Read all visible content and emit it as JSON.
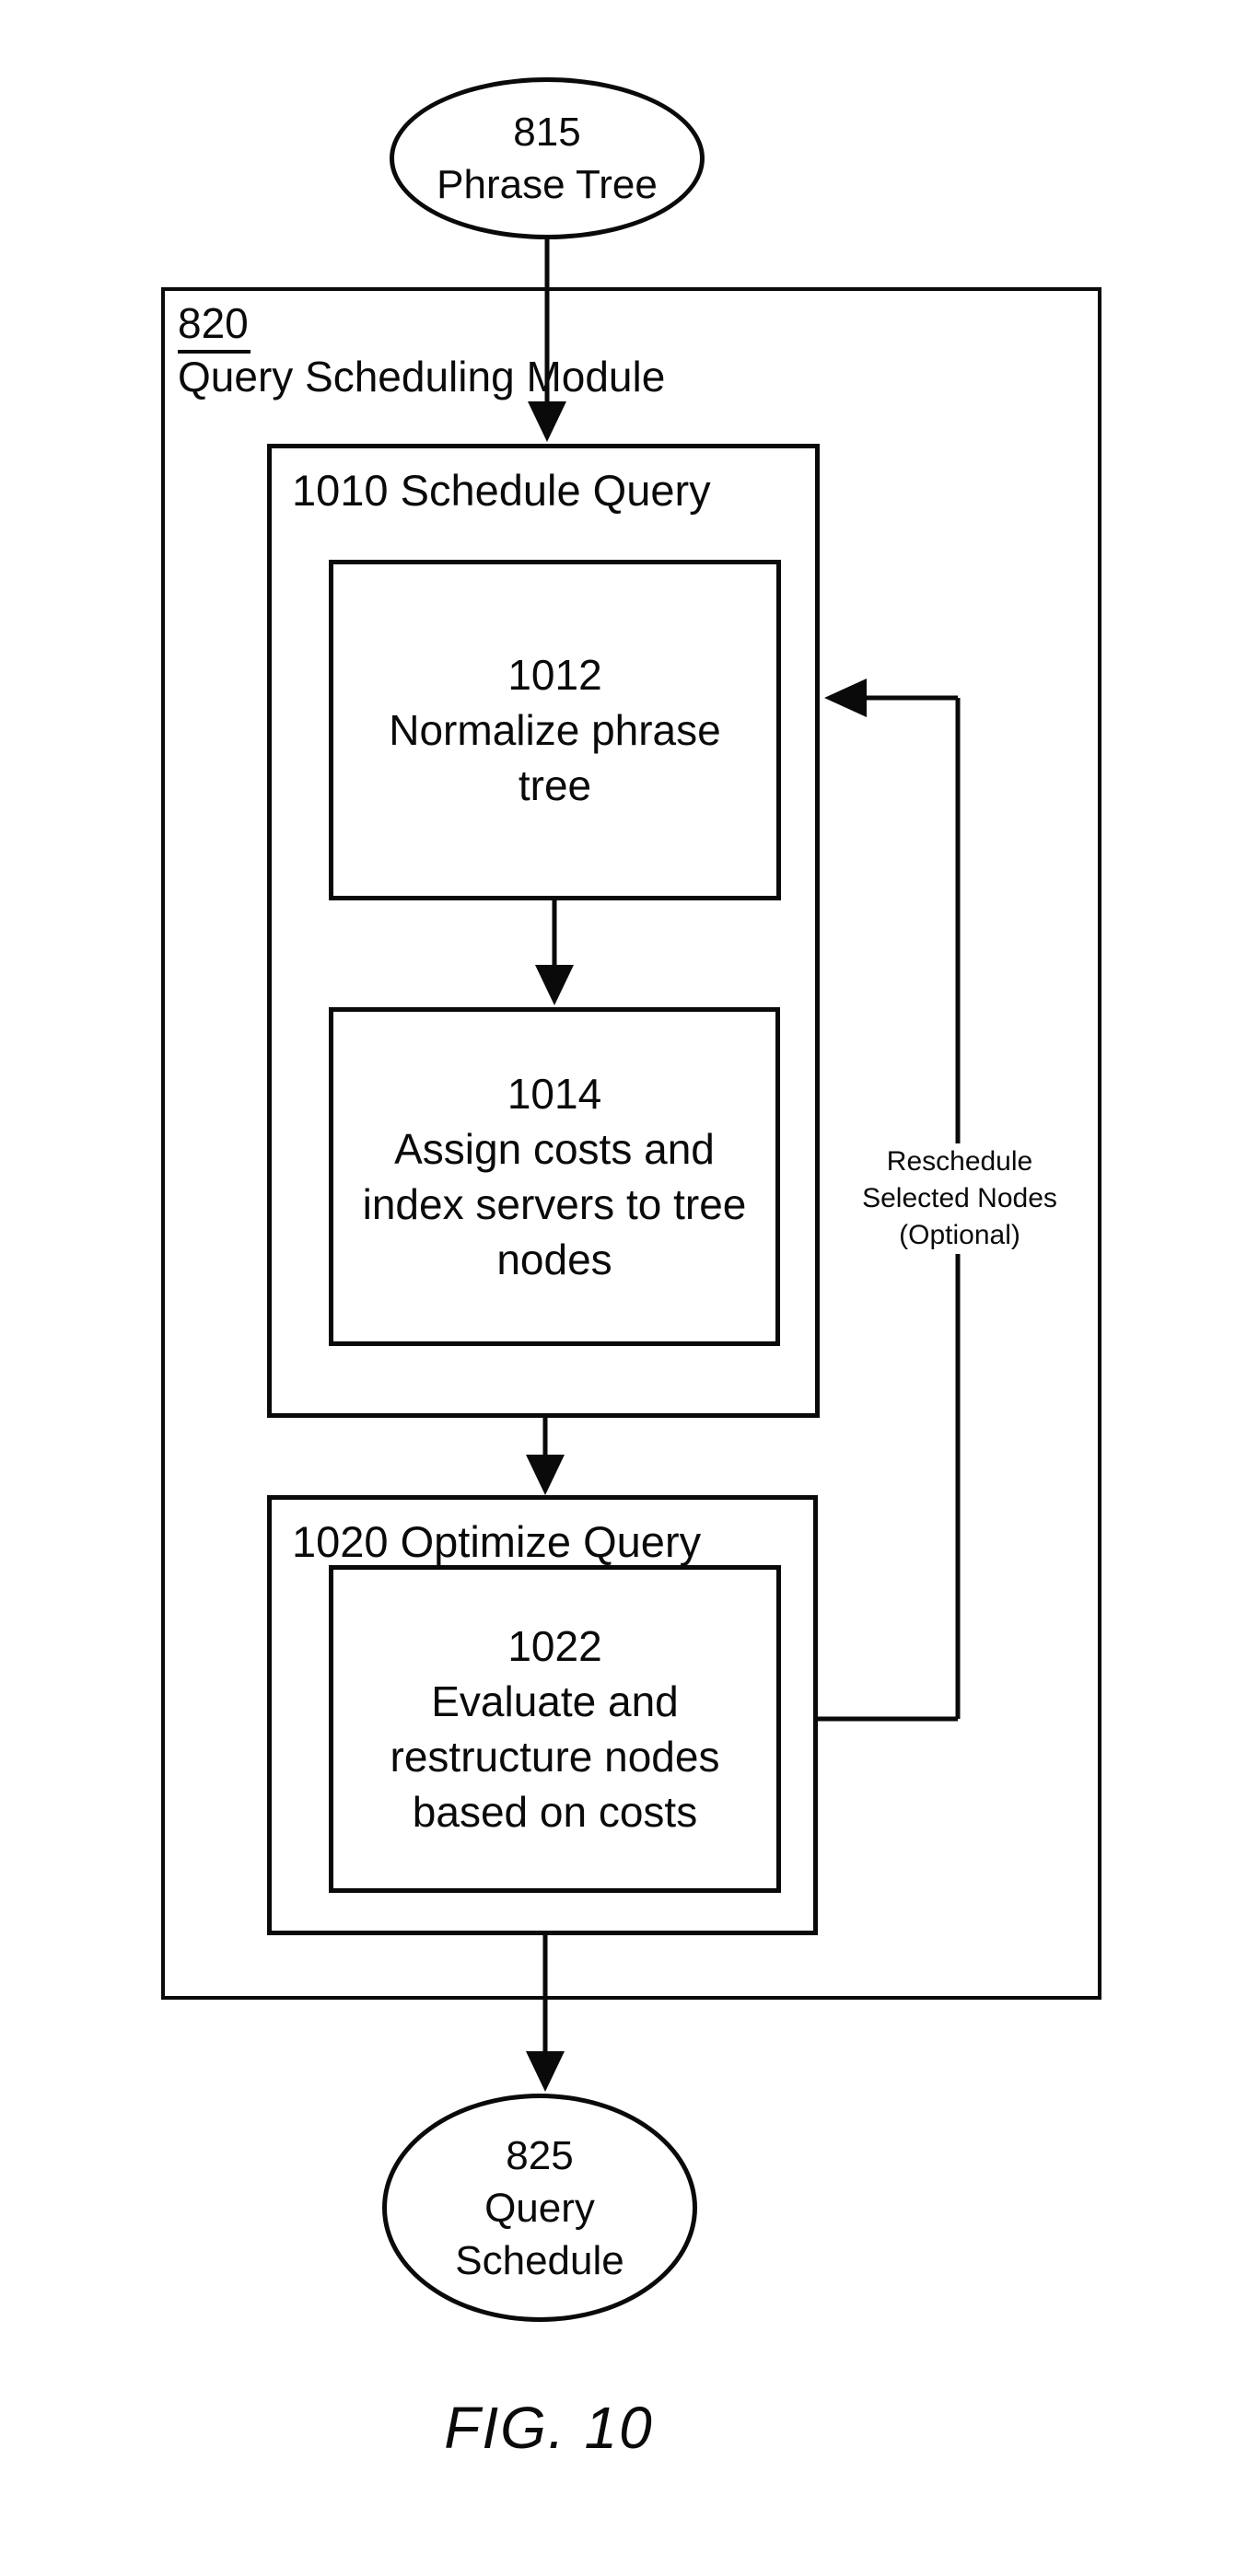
{
  "diagram": {
    "caption": "FIG. 10",
    "start": {
      "ref": "815",
      "label": "Phrase Tree"
    },
    "module": {
      "ref": "820",
      "title": "Query Scheduling Module"
    },
    "schedule": {
      "title": "1010 Schedule Query"
    },
    "normalize": {
      "ref": "1012",
      "lines": [
        "Normalize phrase",
        "tree"
      ]
    },
    "assign": {
      "ref": "1014",
      "lines": [
        "Assign costs and",
        "index servers to tree",
        "nodes"
      ]
    },
    "optimize": {
      "title": "1020 Optimize Query"
    },
    "evaluate": {
      "ref": "1022",
      "lines": [
        "Evaluate and",
        "restructure nodes",
        "based on costs"
      ]
    },
    "end": {
      "ref": "825",
      "lines": [
        "Query",
        "Schedule"
      ]
    },
    "feedback": {
      "lines": [
        "Reschedule",
        "Selected Nodes",
        "(Optional)"
      ]
    }
  }
}
